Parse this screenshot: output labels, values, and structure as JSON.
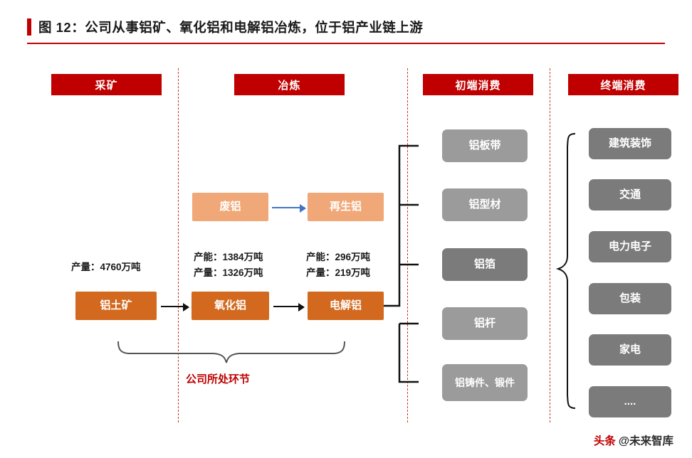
{
  "title": "图 12：公司从事铝矿、氧化铝和电解铝冶炼，位于铝产业链上游",
  "columns": [
    {
      "label": "采矿"
    },
    {
      "label": "冶炼"
    },
    {
      "label": "初端消费"
    },
    {
      "label": "终端消费"
    }
  ],
  "mining": {
    "output_label": "产量：4760万吨",
    "node": "铝土矿"
  },
  "smelting": {
    "alumina": {
      "capacity_label": "产能：1384万吨",
      "output_label": "产量：1326万吨",
      "node": "氧化铝"
    },
    "electrolytic": {
      "capacity_label": "产能：296万吨",
      "output_label": "产量：219万吨",
      "node": "电解铝"
    },
    "scrap": "废铝",
    "recycled": "再生铝"
  },
  "brace_caption": "公司所处环节",
  "primary_consumption": [
    "铝板带",
    "铝型材",
    "铝箔",
    "铝杆",
    "铝铸件、锻件"
  ],
  "end_consumption": [
    "建筑装饰",
    "交通",
    "电力电子",
    "包装",
    "家电",
    "...."
  ],
  "watermark": {
    "mark": "头条",
    "text": "@未来智库"
  },
  "colors": {
    "accent": "#c00000",
    "orange": "#d2691e",
    "salmon": "#f0a878",
    "gray": "#9b9b9b",
    "darkgray": "#7b7b7b",
    "blue": "#4472c4"
  }
}
